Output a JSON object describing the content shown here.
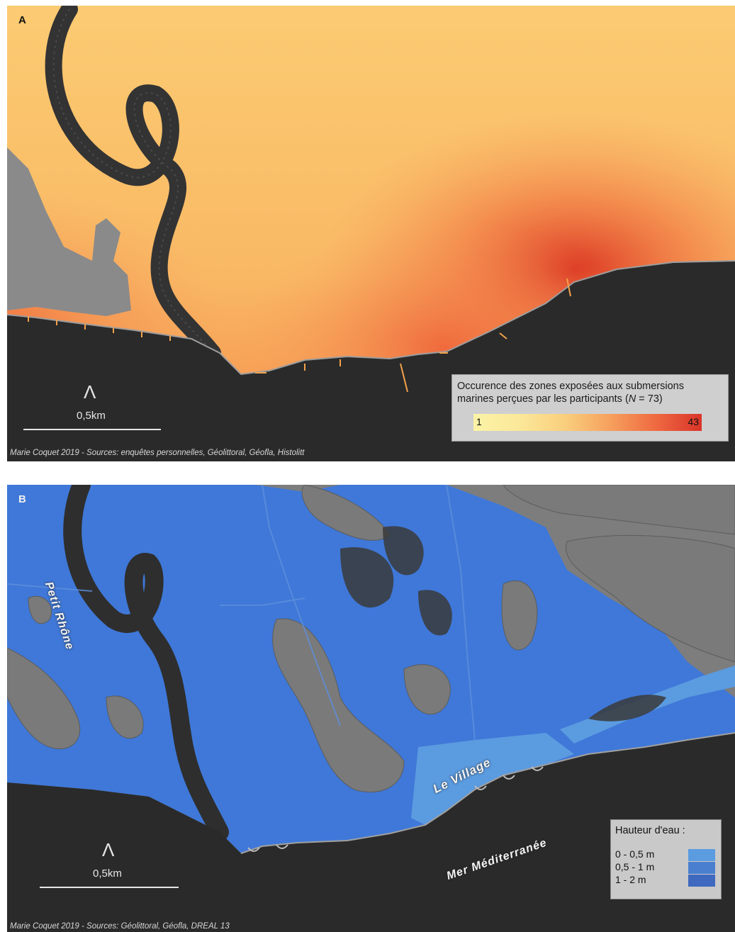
{
  "panels": {
    "a": {
      "label": "A",
      "scale_label": "0,5km",
      "north_symbol": "Ʌ",
      "credit": "Marie Coquet 2019 - Sources: enquêtes personnelles, Géolittoral, Géofla, Histolitt",
      "legend": {
        "title_line1": "Occurence des zones exposées aux submersions",
        "title_line2_prefix": "marines perçues par les participants (",
        "title_n": "N",
        "title_line2_suffix": " = 73)",
        "min": "1",
        "max": "43",
        "ramp_colors": [
          "#fbf3a6",
          "#f9cf7d",
          "#f6a05d",
          "#ef6941",
          "#d93429"
        ]
      }
    },
    "b": {
      "label": "B",
      "scale_label": "0,5km",
      "north_symbol": "Ʌ",
      "credit": "Marie Coquet 2019 - Sources: Géolittoral, Géofla, DREAL 13",
      "place_labels": {
        "river": "Petit Rhône",
        "village": "Le Village",
        "sea": "Mer Méditerranée"
      },
      "legend": {
        "title": "Hauteur d'eau :",
        "classes": [
          {
            "label": "0 - 0,5 m",
            "color": "#5b9be0"
          },
          {
            "label": "0,5 - 1 m",
            "color": "#4a7fd0"
          },
          {
            "label": "1 - 2 m",
            "color": "#3e69bf"
          }
        ]
      }
    }
  },
  "colors": {
    "exposure_light": "#fbc56f",
    "exposure_hot": "#e2381f",
    "water_blue": "#3f78d8",
    "land_dark": "#2b2b2b",
    "land_grey": "#7c7c7c"
  }
}
